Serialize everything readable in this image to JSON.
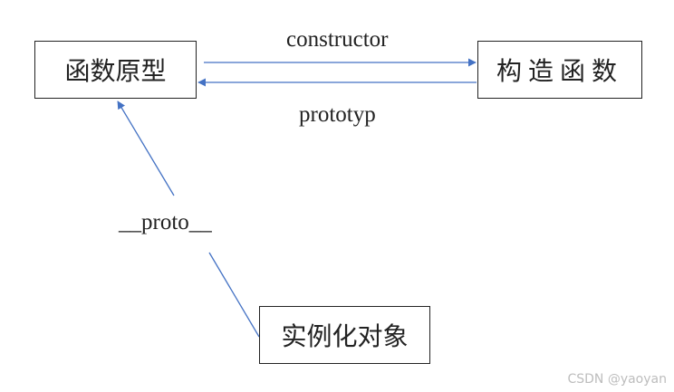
{
  "nodes": {
    "function_prototype": "函数原型",
    "constructor_function": "构造函数",
    "instance_object": "实例化对象"
  },
  "edges": {
    "constructor": "constructor",
    "prototype": "prototyp",
    "proto": "__proto__"
  },
  "watermark": "CSDN @yaoyan",
  "colors": {
    "arrow": "#4472c4",
    "box_border": "#222222",
    "text": "#222222"
  }
}
